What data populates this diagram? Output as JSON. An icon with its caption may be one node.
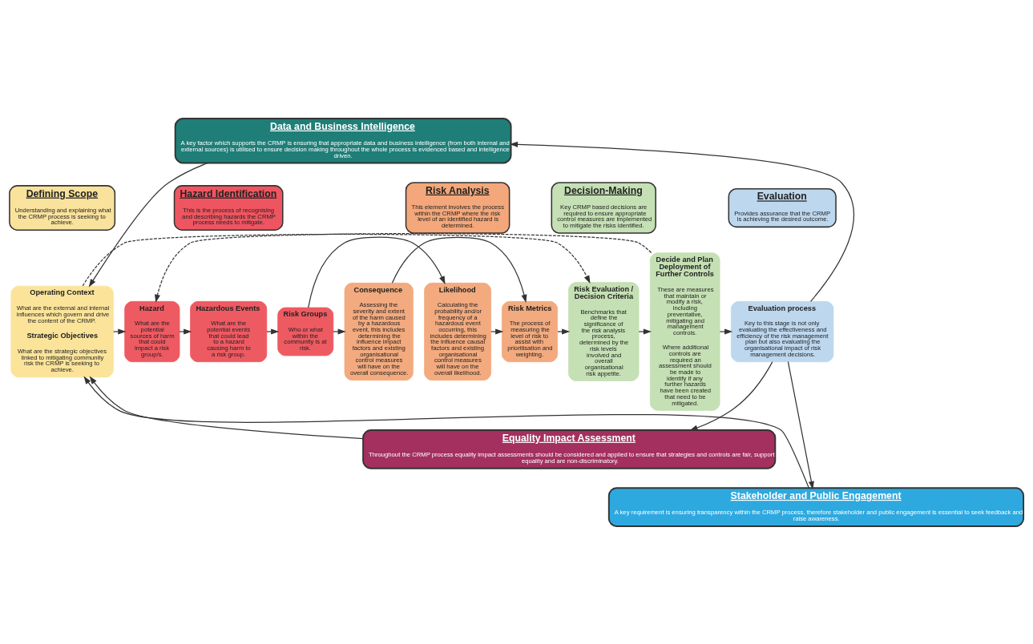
{
  "diagram": {
    "nodes": [
      {
        "text": [
          "Data and Business Intelligence",
          "A key factor which supports the CRMP is ensuring that appropriate data and business intelligence (from both internal and external sources) is utilised to ensure decision making throughout the whole process is evidenced based and intelligence driven."
        ]
      },
      {
        "text": [
          "Defining Scope",
          "Understanding and explaining what the CRMP process is seeking to achieve."
        ]
      },
      {
        "text": [
          "Hazard Identification",
          "This is the process of recognising and describing hazards the CRMP process needs to mitigate."
        ]
      },
      {
        "text": [
          "Risk Analysis",
          "This element involves the process within the CRMP where the risk level of an identified hazard is determined."
        ]
      },
      {
        "text": [
          "Decision-Making",
          "Key CRMP based decisions are required to ensure appropriate control measures are implemented to mitigate the risks identified."
        ]
      },
      {
        "text": [
          "Evaluation",
          "Provides assurance that the CRMP is achieving the desired outcome."
        ]
      },
      {
        "text": [
          "Operating Context",
          "What are the external and internal influences which govern and drive the content of the CRMP.",
          "Strategic Objectives",
          "What are the strategic objectives linked to mitigating community risk the CRMP is seeking to achieve."
        ]
      },
      {
        "text": [
          "Hazard",
          "What are the potential sources of harm that could impact a risk group/s."
        ]
      },
      {
        "text": [
          "Hazardous Events",
          "What are the potential events that could lead to a hazard causing harm to a risk group."
        ]
      },
      {
        "text": [
          "Risk Groups",
          "Who or what within the community is at risk."
        ]
      },
      {
        "text": [
          "Likelihood",
          "Calculating the probability and/or frequency of a hazardous event occurring, this includes determining the influence causal factors and existing organisational control measures will have on the overall likelihood."
        ]
      },
      {
        "text": [
          "Consequence",
          "Assessing the severity and extent of the harm caused by a hazardous event, this includes determining the influence impact factors and existing organisational control measures will have on the overall consequence."
        ]
      },
      {
        "text": [
          "Risk Metrics",
          "The process of measuring the level of risk to assist with prioritisation and weighting."
        ]
      },
      {
        "text": [
          "Risk Evaluation / Decision Criteria",
          "Benchmarks that define the significance of the risk analysis process, determined by the risk levels involved and overall organisational risk appetite."
        ]
      },
      {
        "text": [
          "Decide and Plan Deployment of Further Controls",
          "These are measures that maintain or modify a risk, including preventative, mitigating and management controls.",
          "Where additional controls are required an assessment should be made to identify if any further hazards have been created that need to be mitigated."
        ]
      },
      {
        "text": [
          "Evaluation process",
          "Key to this stage is not only evaluating the effectiveness and efficiency of the risk management plan but also evaluating the organisational impact of risk management decisions."
        ]
      },
      {
        "text": [
          "Equality Impact Assessment",
          "Throughout the CRMP process equality impact assessments should be considered and applied to ensure that strategies and controls are fair, support equality and are non-discriminatory."
        ]
      },
      {
        "text": [
          "Stakeholder and Public Engagement",
          "A key requirement is ensuring transparency within the CRMP process, therefore stakeholder and public engagement is essential to seek feedback and raise awareness."
        ]
      }
    ],
    "edges": [
      {
        "from": 0,
        "to": 6,
        "arrow": "to"
      },
      {
        "from": 16,
        "to": 6,
        "arrow": "to"
      },
      {
        "from": 17,
        "to": 6,
        "arrow": "to"
      },
      {
        "from": 6,
        "to": 7,
        "arrow": "to"
      },
      {
        "from": 7,
        "to": 8,
        "arrow": "to"
      },
      {
        "from": 8,
        "to": 9,
        "arrow": "to"
      },
      {
        "from": 9,
        "to": 10,
        "arrow": "to"
      },
      {
        "from": 9,
        "to": 11,
        "arrow": "to"
      },
      {
        "from": 10,
        "to": 12,
        "arrow": "to"
      },
      {
        "from": 11,
        "to": 12,
        "arrow": "to"
      },
      {
        "from": 12,
        "to": 13,
        "arrow": "to"
      },
      {
        "from": 13,
        "to": 14,
        "arrow": "to"
      },
      {
        "from": 14,
        "to": 15,
        "arrow": "to"
      },
      {
        "from": 6,
        "to": 13,
        "arrow": "to",
        "style": "dashed"
      },
      {
        "from": 14,
        "to": 7,
        "arrow": "to",
        "style": "dashed"
      },
      {
        "from": 15,
        "to": 0,
        "arrow": "to"
      },
      {
        "from": 15,
        "to": 16,
        "arrow": "to"
      },
      {
        "from": 15,
        "to": 17,
        "arrow": "to"
      }
    ]
  }
}
